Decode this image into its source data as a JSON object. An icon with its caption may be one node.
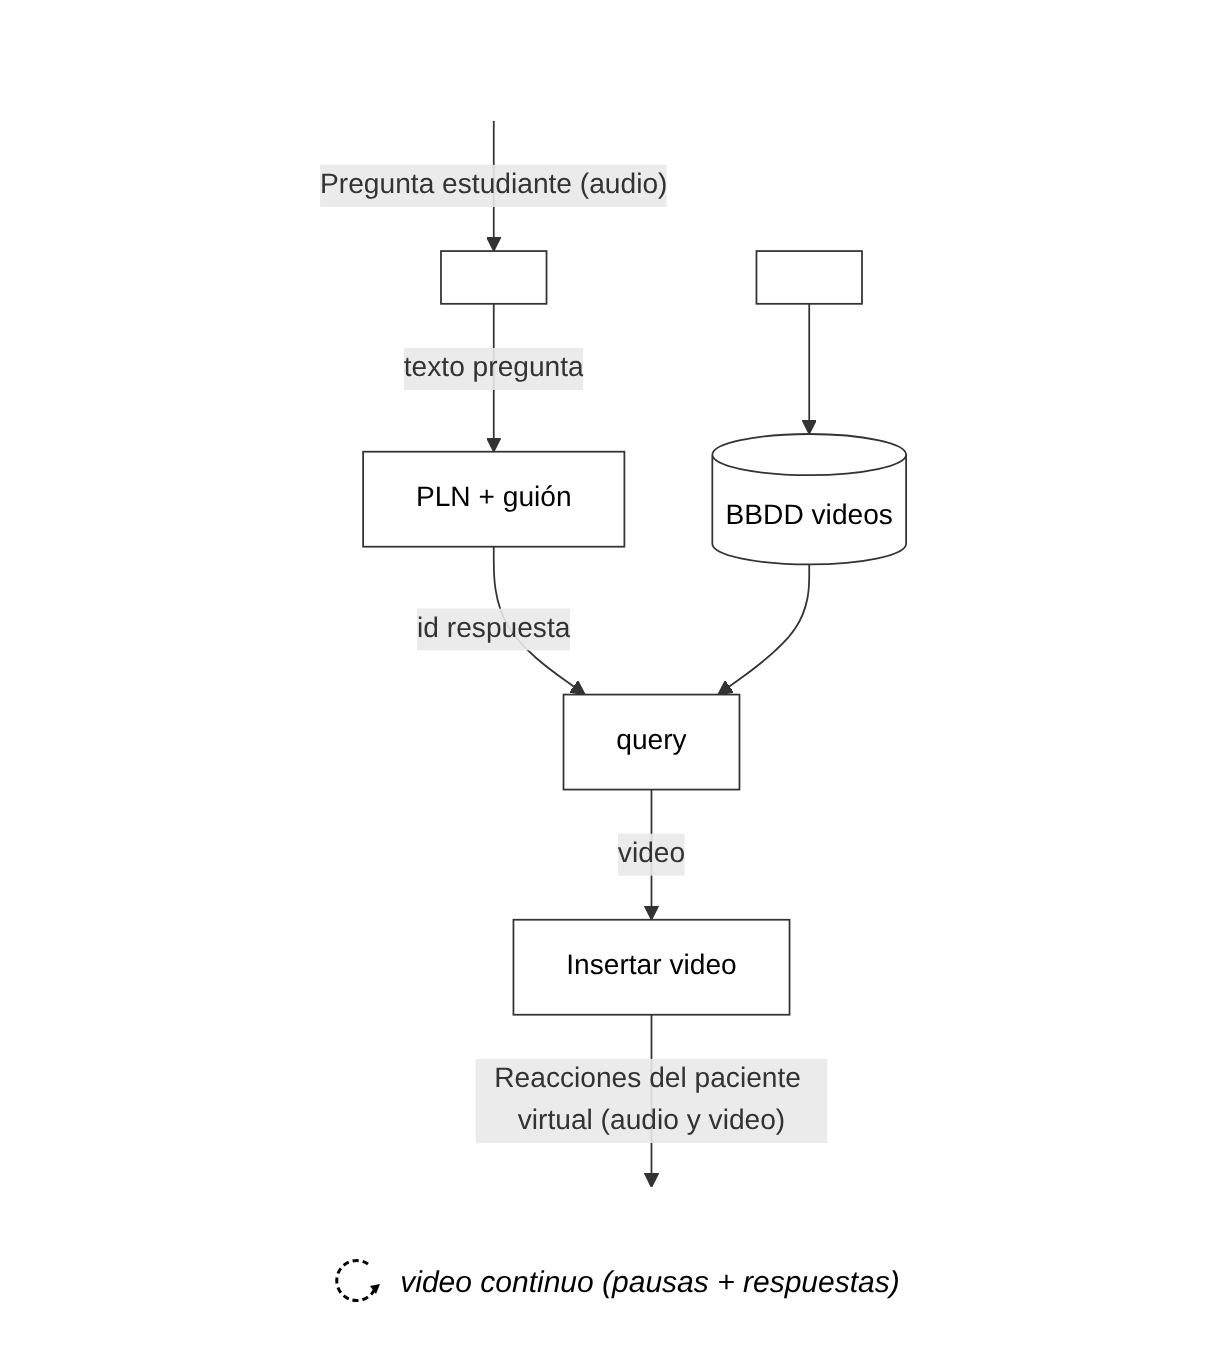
{
  "diagram": {
    "nodes": [
      {
        "text": [],
        "shape": "box"
      },
      {
        "text": [
          "PLN + guión"
        ]
      },
      {
        "text": [
          "query"
        ]
      },
      {
        "text": [
          "Insertar video"
        ]
      },
      {
        "text": [
          "BBDD videos"
        ]
      },
      {
        "text": [],
        "shape": "box"
      }
    ],
    "edges": [
      {
        "from": null,
        "to": 0,
        "arrow": "to",
        "label": "Pregunta estudiante (audio)"
      },
      {
        "from": 0,
        "to": 1,
        "arrow": "to",
        "label": "texto pregunta"
      },
      {
        "from": 1,
        "to": 2,
        "arrow": "to",
        "label": "id respuesta"
      },
      {
        "from": 2,
        "to": 3,
        "arrow": "to",
        "label": "video"
      },
      {
        "from": 3,
        "to": null,
        "arrow": "to",
        "label": "Reacciones del paciente virtual (audio y video)"
      },
      {
        "from": 4,
        "to": 2,
        "arrow": "to"
      },
      {
        "from": 5,
        "to": 4,
        "arrow": "to"
      }
    ],
    "labels": [
      "video continuo (pausas + respuestas)"
    ]
  }
}
